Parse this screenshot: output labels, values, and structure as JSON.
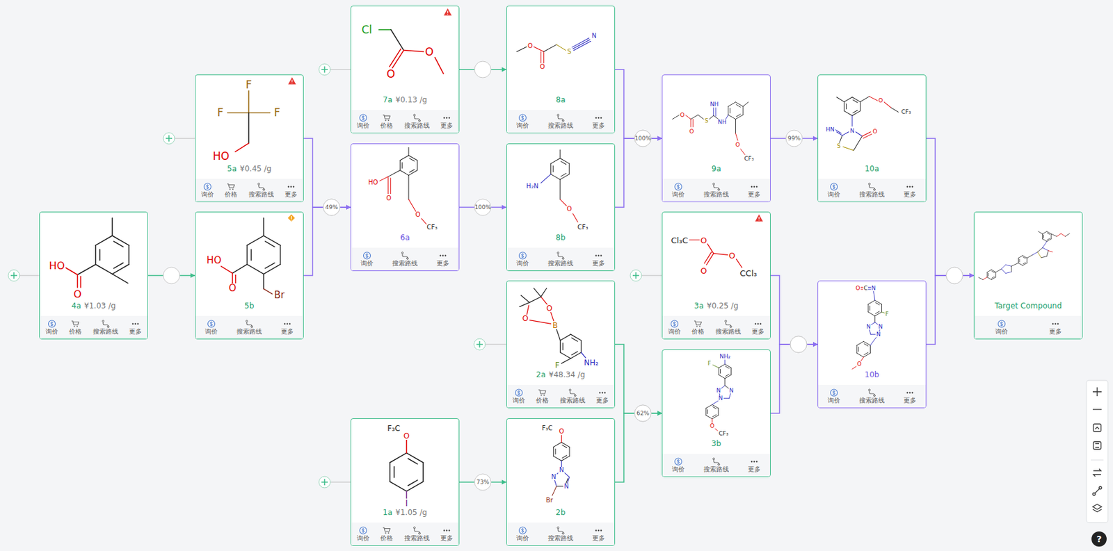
{
  "diagram": {
    "nodes": [
      {
        "text": [
          "HO",
          "O",
          "4a",
          "¥1.03 /g",
          "询价",
          "价格",
          "搜索路线",
          "更多"
        ]
      },
      {
        "text": [
          "F",
          "F",
          "F",
          "HO",
          "5a",
          "¥0.45 /g",
          "询价",
          "价格",
          "搜索路线",
          "更多"
        ]
      },
      {
        "text": [
          "HO",
          "O",
          "Br",
          "5b",
          "询价",
          "搜索路线",
          "更多"
        ]
      },
      {
        "text": [
          "Cl",
          "O",
          "O",
          "7a",
          "¥0.13 /g",
          "询价",
          "价格",
          "搜索路线",
          "更多"
        ]
      },
      {
        "text": [
          "HO",
          "O",
          "O",
          "CF₃",
          "6a",
          "询价",
          "搜索路线",
          "更多"
        ]
      },
      {
        "text": [
          "F₃C",
          "O",
          "I",
          "1a",
          "¥1.05 /g",
          "询价",
          "价格",
          "搜索路线",
          "更多"
        ]
      },
      {
        "text": [
          "O",
          "O",
          "S",
          "N",
          "8a",
          "询价",
          "搜索路线",
          "更多"
        ]
      },
      {
        "text": [
          "H₂N",
          "O",
          "CF₃",
          "8b",
          "询价",
          "搜索路线",
          "更多"
        ]
      },
      {
        "text": [
          "O",
          "O",
          "B",
          "F",
          "NH₂",
          "2a",
          "¥48.34 /g",
          "询价",
          "价格",
          "搜索路线",
          "更多"
        ]
      },
      {
        "text": [
          "F₃C",
          "O",
          "N",
          "N",
          "N",
          "Br",
          "2b",
          "询价",
          "搜索路线",
          "更多"
        ]
      },
      {
        "text": [
          "O",
          "O",
          "S",
          "NH",
          "NH",
          "O",
          "CF₃",
          "9a",
          "询价",
          "搜索路线",
          "更多"
        ]
      },
      {
        "text": [
          "Cl₃C",
          "O",
          "O",
          "O",
          "CCl₃",
          "3a",
          "¥0.25 /g",
          "询价",
          "价格",
          "搜索路线",
          "更多"
        ]
      },
      {
        "text": [
          "NH₂",
          "F",
          "N",
          "N",
          "N",
          "O",
          "CF₃",
          "3b",
          "询价",
          "搜索路线",
          "更多"
        ]
      },
      {
        "text": [
          "HN",
          "N",
          "O",
          "S",
          "O",
          "CF₃",
          "10a",
          "询价",
          "搜索路线",
          "更多"
        ]
      },
      {
        "text": [
          "O",
          "C",
          "N",
          "F",
          "N",
          "N",
          "N",
          "O",
          "10b",
          "询价",
          "搜索路线",
          "更多"
        ]
      },
      {
        "text": [
          "Target Compound",
          "询价",
          "更多"
        ]
      }
    ],
    "edges": [
      {
        "from": 0,
        "to": 2,
        "arrow": "to"
      },
      {
        "from": 1,
        "to": 4,
        "label": "49%",
        "arrow": "to"
      },
      {
        "from": 2,
        "to": 4,
        "arrow": "to"
      },
      {
        "from": 3,
        "to": 6,
        "arrow": "to"
      },
      {
        "from": 4,
        "to": 7,
        "label": "100%",
        "arrow": "to"
      },
      {
        "from": 6,
        "to": 10,
        "label": "100%",
        "arrow": "to"
      },
      {
        "from": 7,
        "to": 10,
        "arrow": "to"
      },
      {
        "from": 10,
        "to": 13,
        "label": "99%",
        "arrow": "to"
      },
      {
        "from": 5,
        "to": 9,
        "label": "73%",
        "arrow": "to"
      },
      {
        "from": 8,
        "to": 12,
        "label": "62%",
        "arrow": "to"
      },
      {
        "from": 9,
        "to": 12,
        "arrow": "to"
      },
      {
        "from": 11,
        "to": 14,
        "arrow": "to"
      },
      {
        "from": 12,
        "to": 14,
        "arrow": "to"
      },
      {
        "from": 13,
        "to": 15,
        "arrow": "to"
      },
      {
        "from": 14,
        "to": 15,
        "arrow": "to"
      }
    ],
    "labels": [
      "?"
    ]
  }
}
